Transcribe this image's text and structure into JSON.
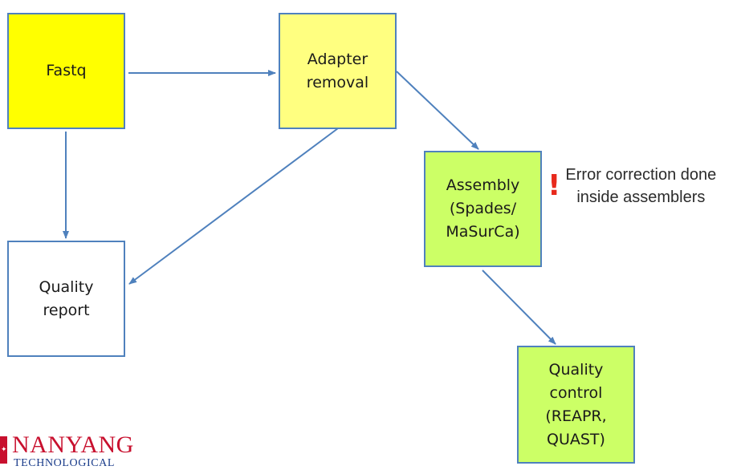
{
  "colors": {
    "border": "#4f81bd",
    "arrow": "#4f81bd",
    "fastq_fill": "#ffff00",
    "adapter_fill": "#ffff80",
    "report_fill": "#ffffff",
    "assembly_fill": "#ccff66",
    "qc_fill": "#ccff66",
    "exclamation": "#e8291c",
    "logo_red": "#c8102e",
    "logo_blue": "#1a3c8a"
  },
  "nodes": {
    "fastq": {
      "label": "Fastq"
    },
    "adapter_removal": {
      "label": "Adapter\nremoval"
    },
    "quality_report": {
      "label": "Quality\nreport"
    },
    "assembly": {
      "label": "Assembly\n(Spades/\nMaSurCa)"
    },
    "quality_control": {
      "label": "Quality\ncontrol\n(REAPR,\nQUAST)"
    }
  },
  "edges": [
    {
      "from": "fastq",
      "to": "adapter_removal"
    },
    {
      "from": "fastq",
      "to": "quality_report"
    },
    {
      "from": "adapter_removal",
      "to": "quality_report"
    },
    {
      "from": "adapter_removal",
      "to": "assembly"
    },
    {
      "from": "assembly",
      "to": "quality_control"
    }
  ],
  "note": {
    "icon": "exclamation-icon",
    "mark": "!",
    "text": "Error correction done\ninside assemblers"
  },
  "logo": {
    "line1": "NANYANG",
    "line2": "TECHNOLOGICAL"
  }
}
